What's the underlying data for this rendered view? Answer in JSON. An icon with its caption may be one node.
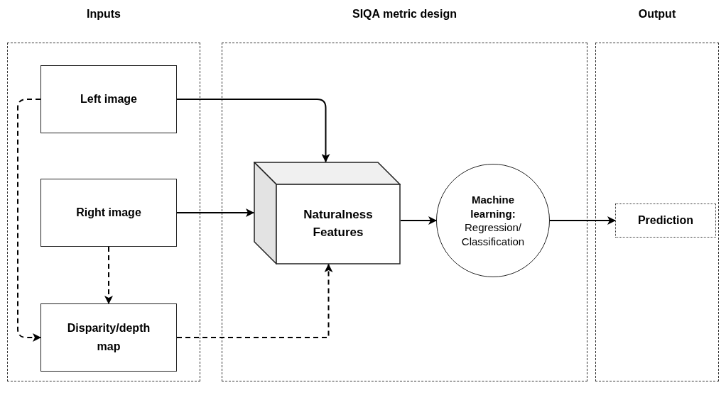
{
  "diagram": {
    "nodes": [
      {
        "text": [
          "Inputs"
        ]
      },
      {
        "text": [
          "Left image"
        ],
        "in": 0
      },
      {
        "text": [
          "Right image"
        ],
        "in": 0
      },
      {
        "text": [
          "Disparity/depth map"
        ],
        "in": 0
      },
      {
        "text": [
          "SIQA metric design"
        ]
      },
      {
        "text": [
          "Naturalness Features"
        ],
        "in": 4
      },
      {
        "text": [
          "Machine learning:",
          "Regression/ Classification"
        ],
        "in": 4
      },
      {
        "text": [
          "Output"
        ]
      },
      {
        "text": [
          "Prediction"
        ],
        "in": 7
      }
    ],
    "edges": [
      {
        "from": 1,
        "to": 5,
        "arrow": "to"
      },
      {
        "from": 2,
        "to": 5,
        "arrow": "to"
      },
      {
        "from": 2,
        "to": 3,
        "arrow": "to",
        "style": "dashed"
      },
      {
        "from": 1,
        "to": 3,
        "arrow": "to",
        "style": "dashed"
      },
      {
        "from": 3,
        "to": 5,
        "arrow": "to",
        "style": "dashed"
      },
      {
        "from": 5,
        "to": 6,
        "arrow": "to"
      },
      {
        "from": 6,
        "to": 8,
        "arrow": "to"
      }
    ]
  }
}
